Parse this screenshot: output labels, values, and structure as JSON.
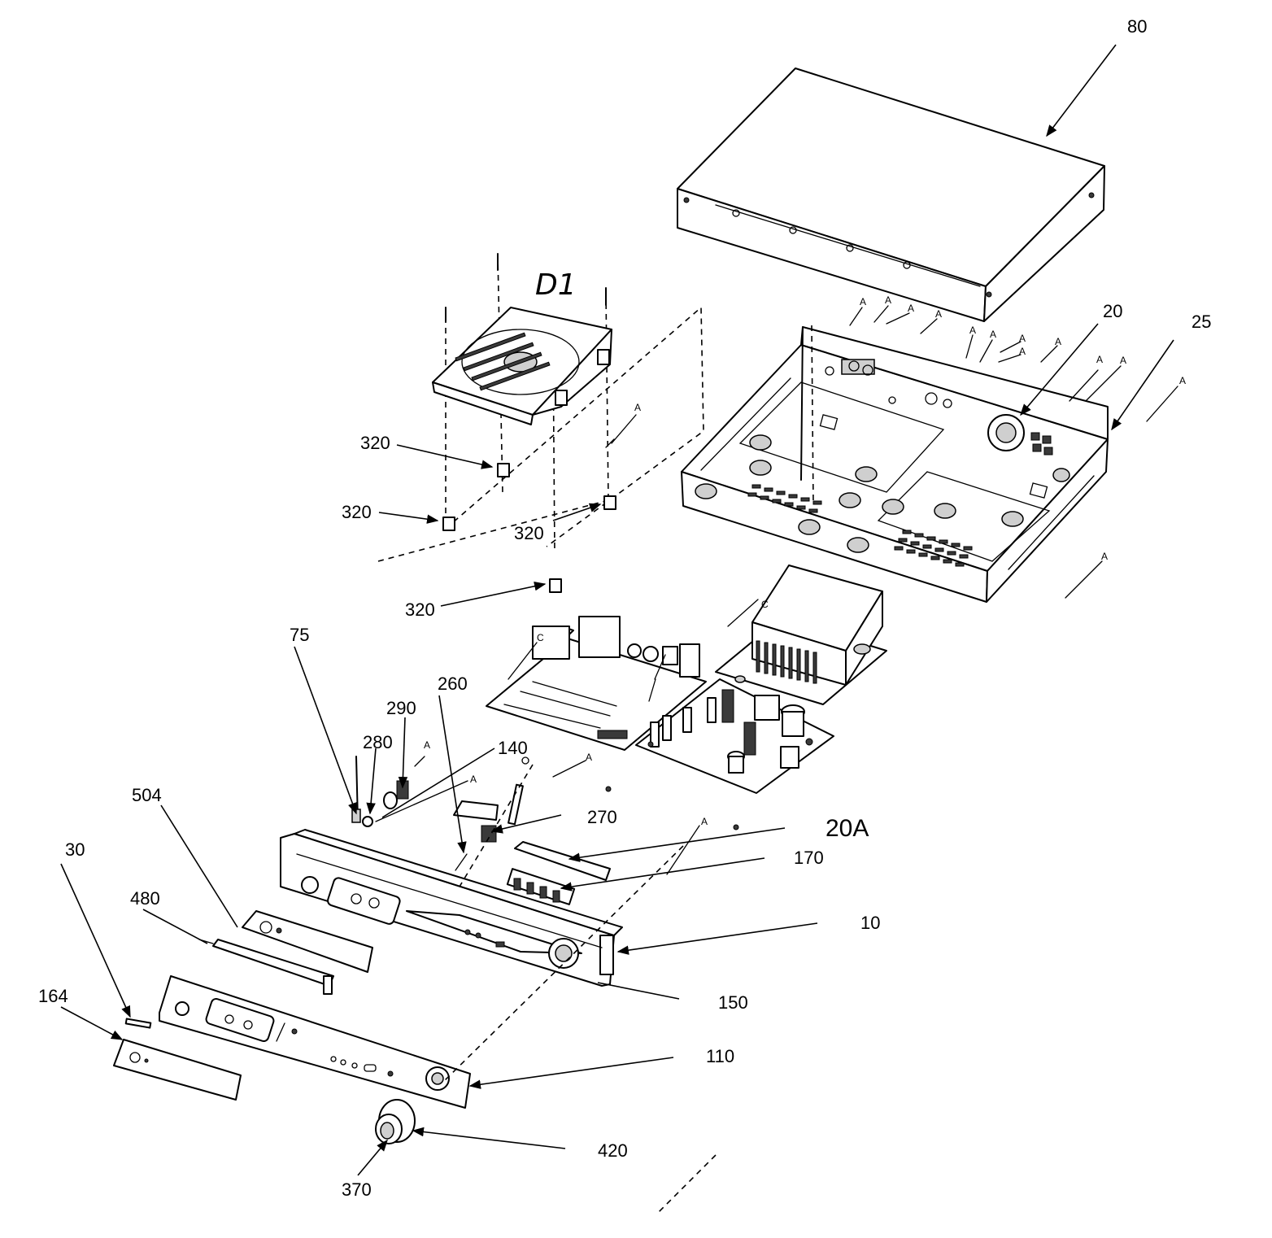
{
  "diagram": {
    "labels": {
      "top_cover": "80",
      "fan": "20",
      "chassis": "25",
      "drive_assembly": "D1",
      "foot_a": "320",
      "foot_b": "320",
      "foot_c": "320",
      "foot_d": "320",
      "screw_75": "75",
      "jack_290": "290",
      "washer_280": "280",
      "cable_260": "260",
      "bracket_140": "140",
      "clip_270": "270",
      "board_20a": "20A",
      "connector_170": "170",
      "front_frame": "10",
      "window_504": "504",
      "lens_480": "480",
      "bar_30": "30",
      "plate_164": "164",
      "display_150": "150",
      "front_panel": "110",
      "knob": "420",
      "knob_cap": "370"
    },
    "screw_marks": {
      "a": "A",
      "c": "C"
    }
  }
}
